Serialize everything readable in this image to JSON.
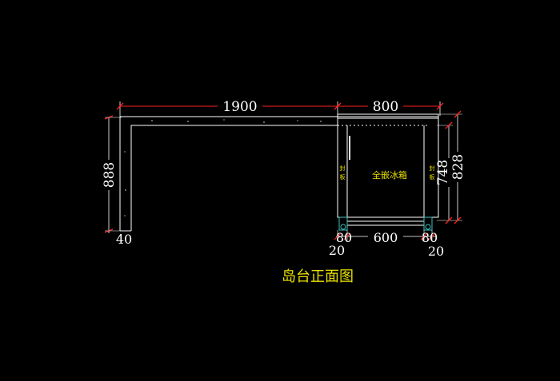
{
  "drawing": {
    "title": "岛台正面图",
    "appliance_label": "全嵌冰箱",
    "side_panel_label": "封板"
  },
  "dimensions": {
    "top_long": "1900",
    "top_right": "800",
    "left_height": "888",
    "right_inner_height": "748",
    "right_outer_height": "828",
    "left_leg": "40",
    "foot_left_80": "80",
    "foot_middle": "600",
    "foot_right_80": "80",
    "foot_left_20": "20",
    "foot_right_20": "20"
  },
  "colors": {
    "background": "#000000",
    "lines": "#ffffff",
    "dimension_marks": "#ff2020",
    "annotation": "#e8e000",
    "wheels": "#40c0c0"
  }
}
